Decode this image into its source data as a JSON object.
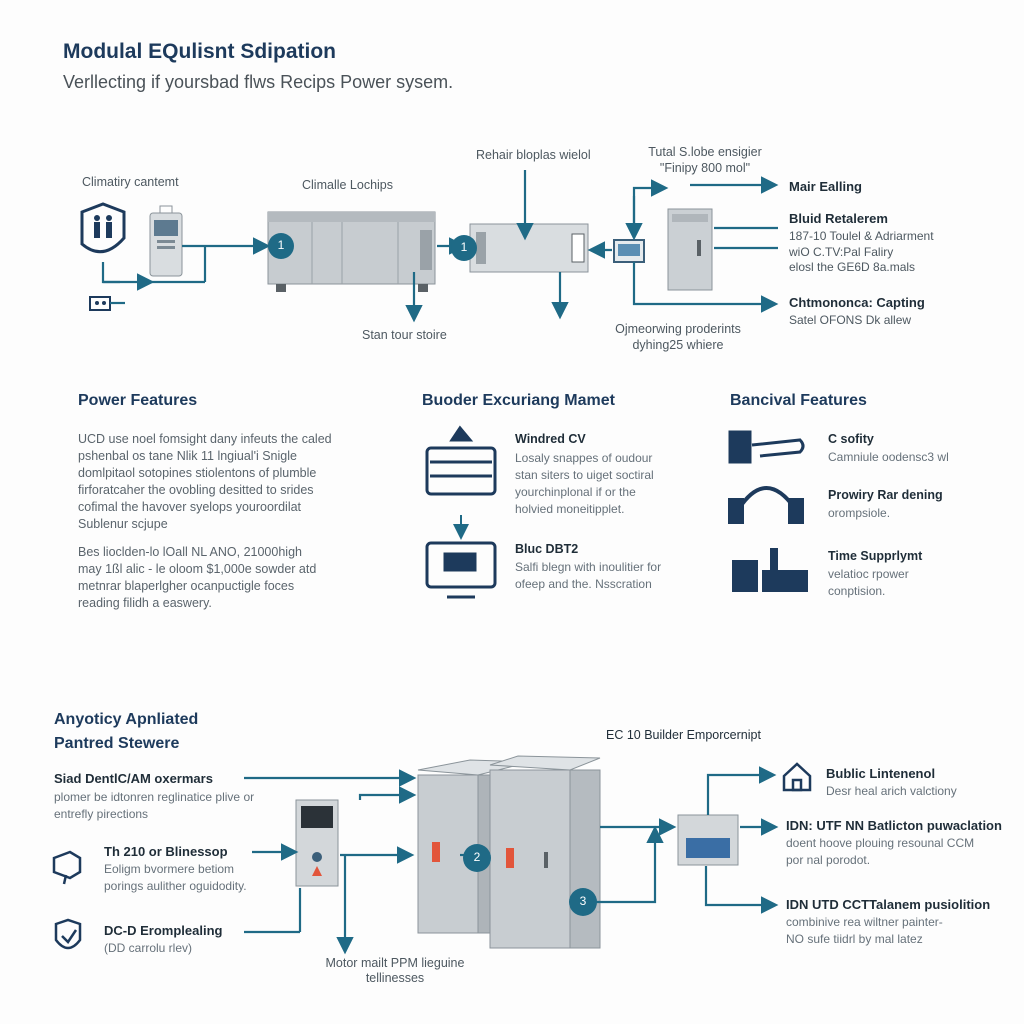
{
  "header": {
    "title": "Modulal EQulisnt Sdipation",
    "subtitle": "Verllecting if yoursbad flws Recips Power sysem."
  },
  "top_diagram": {
    "climate_content": "Climatiry cantemt",
    "climate_lochips": "Climalle Lochips",
    "rehair": "Rehair bloplas wielol",
    "tutal_1": "Tutal S.lobe ensigier",
    "tutal_2": "\"Finipy 800 mol\"",
    "stan_tour": "Stan tour stoire",
    "oprocessing_1": "Ojmeorwing proderints",
    "oprocessing_2": "dyhing25 whiere",
    "node_1": "1",
    "node_2": "1",
    "right": {
      "main_ealling": "Mair Ealling",
      "bluid_title": "Bluid Retalerem",
      "bluid_1": "187-10 Toulel & Adriarment",
      "bluid_2": "wiO C.TV:Pal Faliry",
      "bluid_3": "elosl the GE6D 8a.mals",
      "chtmonc_title": "Chtmononca: Capting",
      "chtmonc_text": "Satel OFONS Dk allew"
    }
  },
  "features": {
    "power": {
      "heading": "Power Features",
      "para1": [
        "UCD use noel fomsight dany infeuts the caled",
        "pshenbal os tane Nlik 11 lngiual'i Snigle",
        "domlpitaol sotopines stiolentons of plumble",
        "firforatcaher the ovobling desitted to srides",
        "cofimal the havover syelops youroordilat",
        "Sublenur scjupe"
      ],
      "para2": [
        "Bes lioclden-lo lOall NL ANO, 21000high",
        "may 1ßl alic - le oloom $1,000e sowder atd",
        "metnrar blaperlgher ocanpuctigle foces",
        "reading filidh a easwery."
      ]
    },
    "builder": {
      "heading": "Buoder Excuriang Mamet",
      "item1_title": "Windred CV",
      "item1_text": [
        "Losaly snappes of oudour",
        "stan siters to uiget soctiral",
        "yourchinplonal if or the",
        "holvied moneitipplet."
      ],
      "item2_title": "Bluc DBT2",
      "item2_text": [
        "Salfi blegn with inoulitier for",
        "ofeep and the. Nsscration"
      ]
    },
    "banc": {
      "heading": "Bancival Features",
      "item1_title": "C sofity",
      "item1_text": [
        "Camniule oodensc3 wl"
      ],
      "item2_title": "Prowiry Rar dening",
      "item2_text": [
        "orompsiole."
      ],
      "item3_title": "Time Supprlymt",
      "item3_text": [
        "velatioc rpower",
        "conptision."
      ]
    }
  },
  "bottom": {
    "heading1": "Anyoticy Apnliated",
    "heading2": "Pantred Stewere",
    "ec10": "EC 10 Builder Emporcernipt",
    "left1_title": "Siad DentlC/AM oxermars",
    "left1_text": [
      "plomer be idtonren reglinatice plive or",
      "entrefly pirections"
    ],
    "left2_title": "Th 210 or Blinessop",
    "left2_text": [
      "Eoligm bvormere betiom",
      "porings aulither oguidodity."
    ],
    "left3_title": "DC-D Eromplealing",
    "left3_text": [
      "(DD carrolu rlev)"
    ],
    "bottom_label_1": "Motor mailt PPM lieguine",
    "bottom_label_2": "tellinesses",
    "node_2": "2",
    "node_3": "3",
    "right1_title": "Bublic Lintenenol",
    "right1_text": "Desr heal arich valctiony",
    "right2_title": "IDN: UTF NN Batlicton puwaclation",
    "right2_text": [
      "doent hoove plouing resounal CCM",
      "por nal porodot."
    ],
    "right3_title": "IDN UTD CCTTalanem pusiolition",
    "right3_text": [
      "combinive rea wiltner painter-",
      "NO sufe tiidrl by mal latez"
    ]
  },
  "colors": {
    "teal": "#1f6a86",
    "navy": "#1d3a5c",
    "cabinet": "#c9ced2"
  }
}
